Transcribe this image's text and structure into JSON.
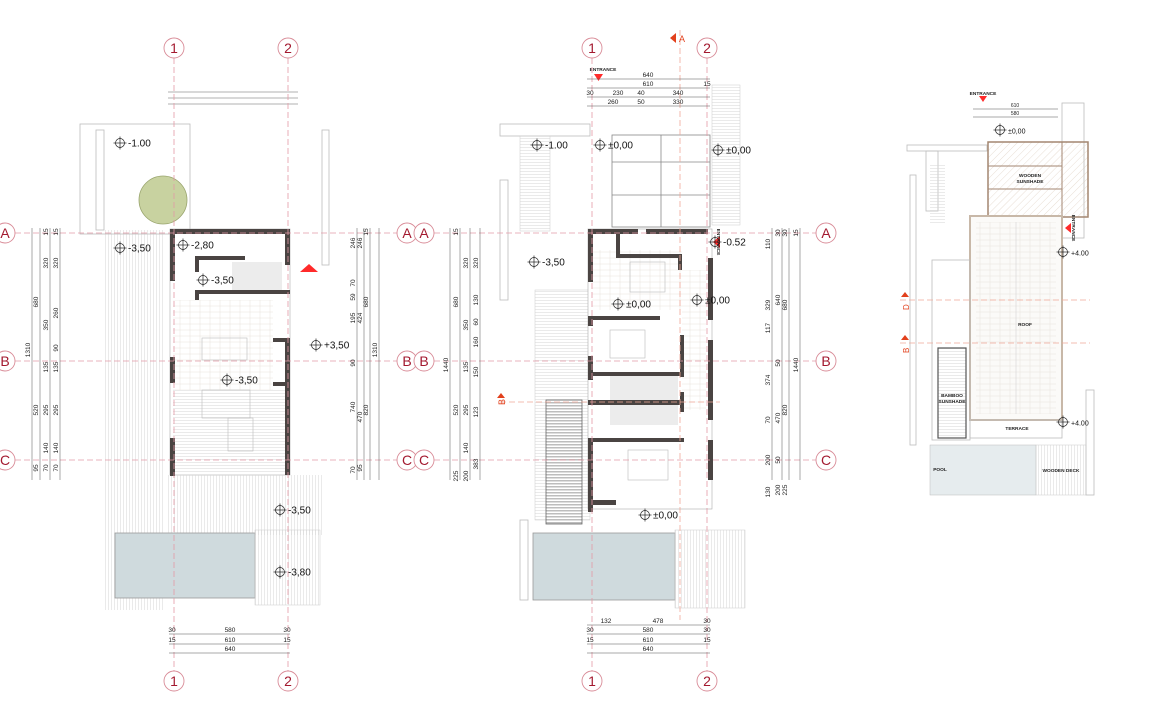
{
  "grid_labels": {
    "col1": "1",
    "col2": "2",
    "rowA": "A",
    "rowB": "B",
    "rowC": "C"
  },
  "colors": {
    "wall": "#4a4442",
    "grid": "#e39aa6",
    "grid_label": "#a3192f",
    "section_marker": "#e2401c",
    "entrance_marker": "#ff2a2a",
    "pool": "#cfdadd",
    "wood": "#a38670"
  },
  "section_markers": {
    "plan2_A": "A",
    "plan2_B": "B",
    "plan3_D": "D",
    "plan3_B": "B"
  },
  "plan1": {
    "levels": [
      "-1.00",
      "-3,50",
      "-2,80",
      "-3,50",
      "+3,50",
      "-3,50",
      "-3,50",
      "-3,80"
    ],
    "dims_left": [
      "1310",
      "680",
      "520",
      "95",
      "15",
      "320",
      "350",
      "135",
      "295",
      "140",
      "70",
      "15",
      "320",
      "260",
      "90",
      "135",
      "295",
      "140",
      "70"
    ],
    "dims_right": [
      "246",
      "70",
      "59",
      "195",
      "90",
      "740",
      "70",
      "246",
      "424",
      "470",
      "95",
      "15",
      "680",
      "820",
      "1310"
    ],
    "dims_bottom": [
      "30",
      "580",
      "30",
      "15",
      "610",
      "15",
      "640"
    ]
  },
  "plan2": {
    "entrance_label": "ENTRANCE",
    "entrance_side_label": "ENTRANCE",
    "levels": [
      "-1.00",
      "±0,00",
      "±0,00",
      "-0.52",
      "-3,50",
      "±0,00",
      "±0,00",
      "±0,00"
    ],
    "dims_top": [
      "640",
      "610",
      "15",
      "30",
      "230",
      "40",
      "340",
      "260",
      "50",
      "330"
    ],
    "dims_left": [
      "1440",
      "15",
      "680",
      "520",
      "225",
      "320",
      "350",
      "135",
      "295",
      "140",
      "200",
      "320",
      "130",
      "60",
      "160",
      "150",
      "123",
      "383"
    ],
    "dims_right": [
      "110",
      "329",
      "117",
      "374",
      "70",
      "200",
      "130",
      "30",
      "640",
      "50",
      "470",
      "50",
      "200",
      "30",
      "680",
      "820",
      "225",
      "15",
      "1440"
    ],
    "dims_bottom": [
      "132",
      "478",
      "30",
      "30",
      "580",
      "30",
      "15",
      "610",
      "15",
      "640"
    ]
  },
  "plan3": {
    "entrance_label": "ENTRANCE",
    "entrance_side_label": "ENTRANCE",
    "dims_top": [
      "610",
      "580"
    ],
    "levels": [
      "±0,00",
      "+4.00",
      "+4.00"
    ],
    "labels": {
      "wooden_sunshade": [
        "WOODEN",
        "SUNSHADE"
      ],
      "roof": "ROOF",
      "bamboo_sunshade": [
        "BAMBOO",
        "SUNSHADE"
      ],
      "terrace": "TERRACE",
      "pool": "POOL",
      "wooden_deck": "WOODEN DECK"
    }
  }
}
